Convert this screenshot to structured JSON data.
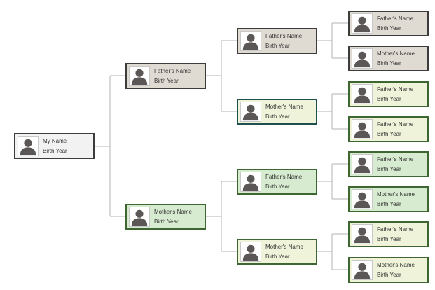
{
  "colors": {
    "connector": "#b3b3b3",
    "root_fill": "#f2f2f2",
    "paternal_fill": "#e0dbd2",
    "maternal_fill": "#d7ebd0",
    "light_green_fill": "#eef3d9",
    "dark_border": "#3c3c3c",
    "green_border": "#3d6630",
    "teal_border": "#1f5050",
    "avatar": "#5a5756"
  },
  "people": [
    {
      "id": "me",
      "name": "My Name",
      "year": "Birth Year",
      "icon": "person-silhouette-icon"
    },
    {
      "id": "father",
      "name": "Father's Name",
      "year": "Birth Year",
      "icon": "person-silhouette-icon"
    },
    {
      "id": "mother",
      "name": "Mother's Name",
      "year": "Birth Year",
      "icon": "person-silhouette-icon"
    },
    {
      "id": "paternal-grandfather",
      "name": "Father's Name",
      "year": "Birth Year",
      "icon": "person-silhouette-icon"
    },
    {
      "id": "paternal-grandmother",
      "name": "Mother's Name",
      "year": "Birth Year",
      "icon": "person-silhouette-icon"
    },
    {
      "id": "maternal-grandfather",
      "name": "Father's Name",
      "year": "Birth Year",
      "icon": "person-silhouette-icon"
    },
    {
      "id": "maternal-grandmother",
      "name": "Mother's Name",
      "year": "Birth Year",
      "icon": "person-silhouette-icon"
    },
    {
      "id": "ggf-1",
      "name": "Father's Name",
      "year": "Birth Year",
      "icon": "person-silhouette-icon"
    },
    {
      "id": "ggm-1",
      "name": "Mother's Name",
      "year": "Birth Year",
      "icon": "person-silhouette-icon"
    },
    {
      "id": "ggf-2",
      "name": "Father's Name",
      "year": "Birth Year",
      "icon": "person-silhouette-icon"
    },
    {
      "id": "ggm-2",
      "name": "Father's Name",
      "year": "Birth Year",
      "icon": "person-silhouette-icon"
    },
    {
      "id": "ggf-3",
      "name": "Father's Name",
      "year": "Birth Year",
      "icon": "person-silhouette-icon"
    },
    {
      "id": "ggm-3",
      "name": "Mother's Name",
      "year": "Birth Year",
      "icon": "person-silhouette-icon"
    },
    {
      "id": "ggf-4",
      "name": "Father's Name",
      "year": "Birth Year",
      "icon": "person-silhouette-icon"
    },
    {
      "id": "ggm-4",
      "name": "Mother's Name",
      "year": "Birth Year",
      "icon": "person-silhouette-icon"
    }
  ]
}
